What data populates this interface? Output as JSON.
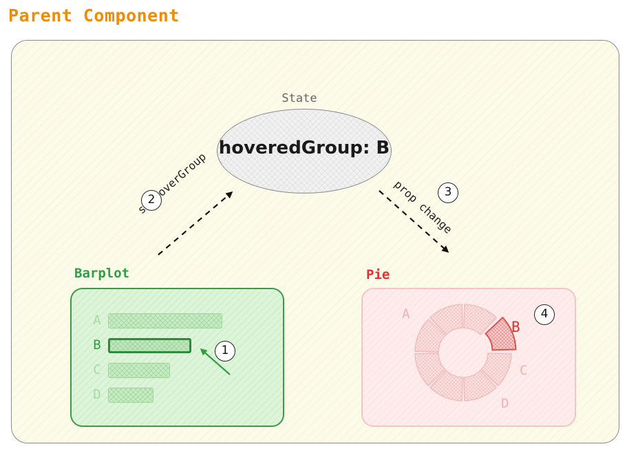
{
  "parent": {
    "title": "Parent Component"
  },
  "state": {
    "label": "State",
    "value": "hoveredGroup: B"
  },
  "arrows": {
    "left": {
      "label": "setHoverGroup",
      "step": "2"
    },
    "right": {
      "label": "prop change",
      "step": "3"
    }
  },
  "barplot": {
    "title": "Barplot",
    "step": "1",
    "items": [
      {
        "label": "A",
        "value": 1.0
      },
      {
        "label": "B",
        "value": 0.73
      },
      {
        "label": "C",
        "value": 0.54
      },
      {
        "label": "D",
        "value": 0.4
      }
    ],
    "hovered": "B"
  },
  "pie": {
    "title": "Pie",
    "step": "4",
    "labels": [
      "A",
      "B",
      "C",
      "D"
    ],
    "hovered": "B"
  },
  "colors": {
    "title": "#f08c00",
    "barplot": "#2f9e44",
    "pie": "#e03131",
    "barplot_faded": "#a9d9a4",
    "pie_faded": "#f2b2b0"
  },
  "icons": {
    "arrow": "dashed-arrow-icon",
    "cursor": "pointer-arrow-icon"
  }
}
